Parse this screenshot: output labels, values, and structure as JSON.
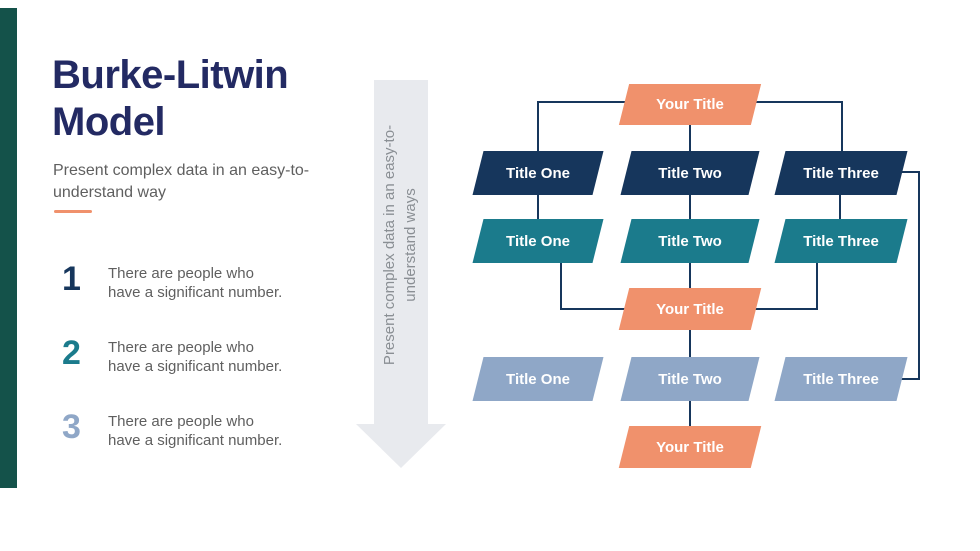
{
  "left_panel": {
    "title_lines": [
      "Burke-Litwin",
      "Model"
    ],
    "subtitle_lines": [
      "Present complex data in an easy-to-",
      "understand way"
    ],
    "items": [
      {
        "number": "1",
        "lines": [
          "There are people who",
          "have a significant number."
        ]
      },
      {
        "number": "2",
        "lines": [
          "There are people who",
          "have a significant number."
        ]
      },
      {
        "number": "3",
        "lines": [
          "There are people who",
          "have a significant number."
        ]
      }
    ]
  },
  "arrow": {
    "text_lines": [
      "Present complex data in an easy-to-",
      "understand ways"
    ]
  },
  "diagram": {
    "top_title": "Your Title",
    "dark_row": [
      "Title One",
      "Title Two",
      "Title Three"
    ],
    "teal_row": [
      "Title One",
      "Title Two",
      "Title Three"
    ],
    "middle_title": "Your Title",
    "light_row": [
      "Title One",
      "Title Two",
      "Title Three"
    ],
    "bottom_title": "Your Title"
  },
  "colors": {
    "navy": "#16365C",
    "teal": "#1B7B8C",
    "light_blue": "#8FA7C7",
    "orange": "#F0916C",
    "accent_green_bar": "#14524A",
    "title_text": "#232a63",
    "body_text": "#5f5f5f",
    "arrow_fill": "#E8EAEE",
    "connector_line": "#16365C"
  }
}
